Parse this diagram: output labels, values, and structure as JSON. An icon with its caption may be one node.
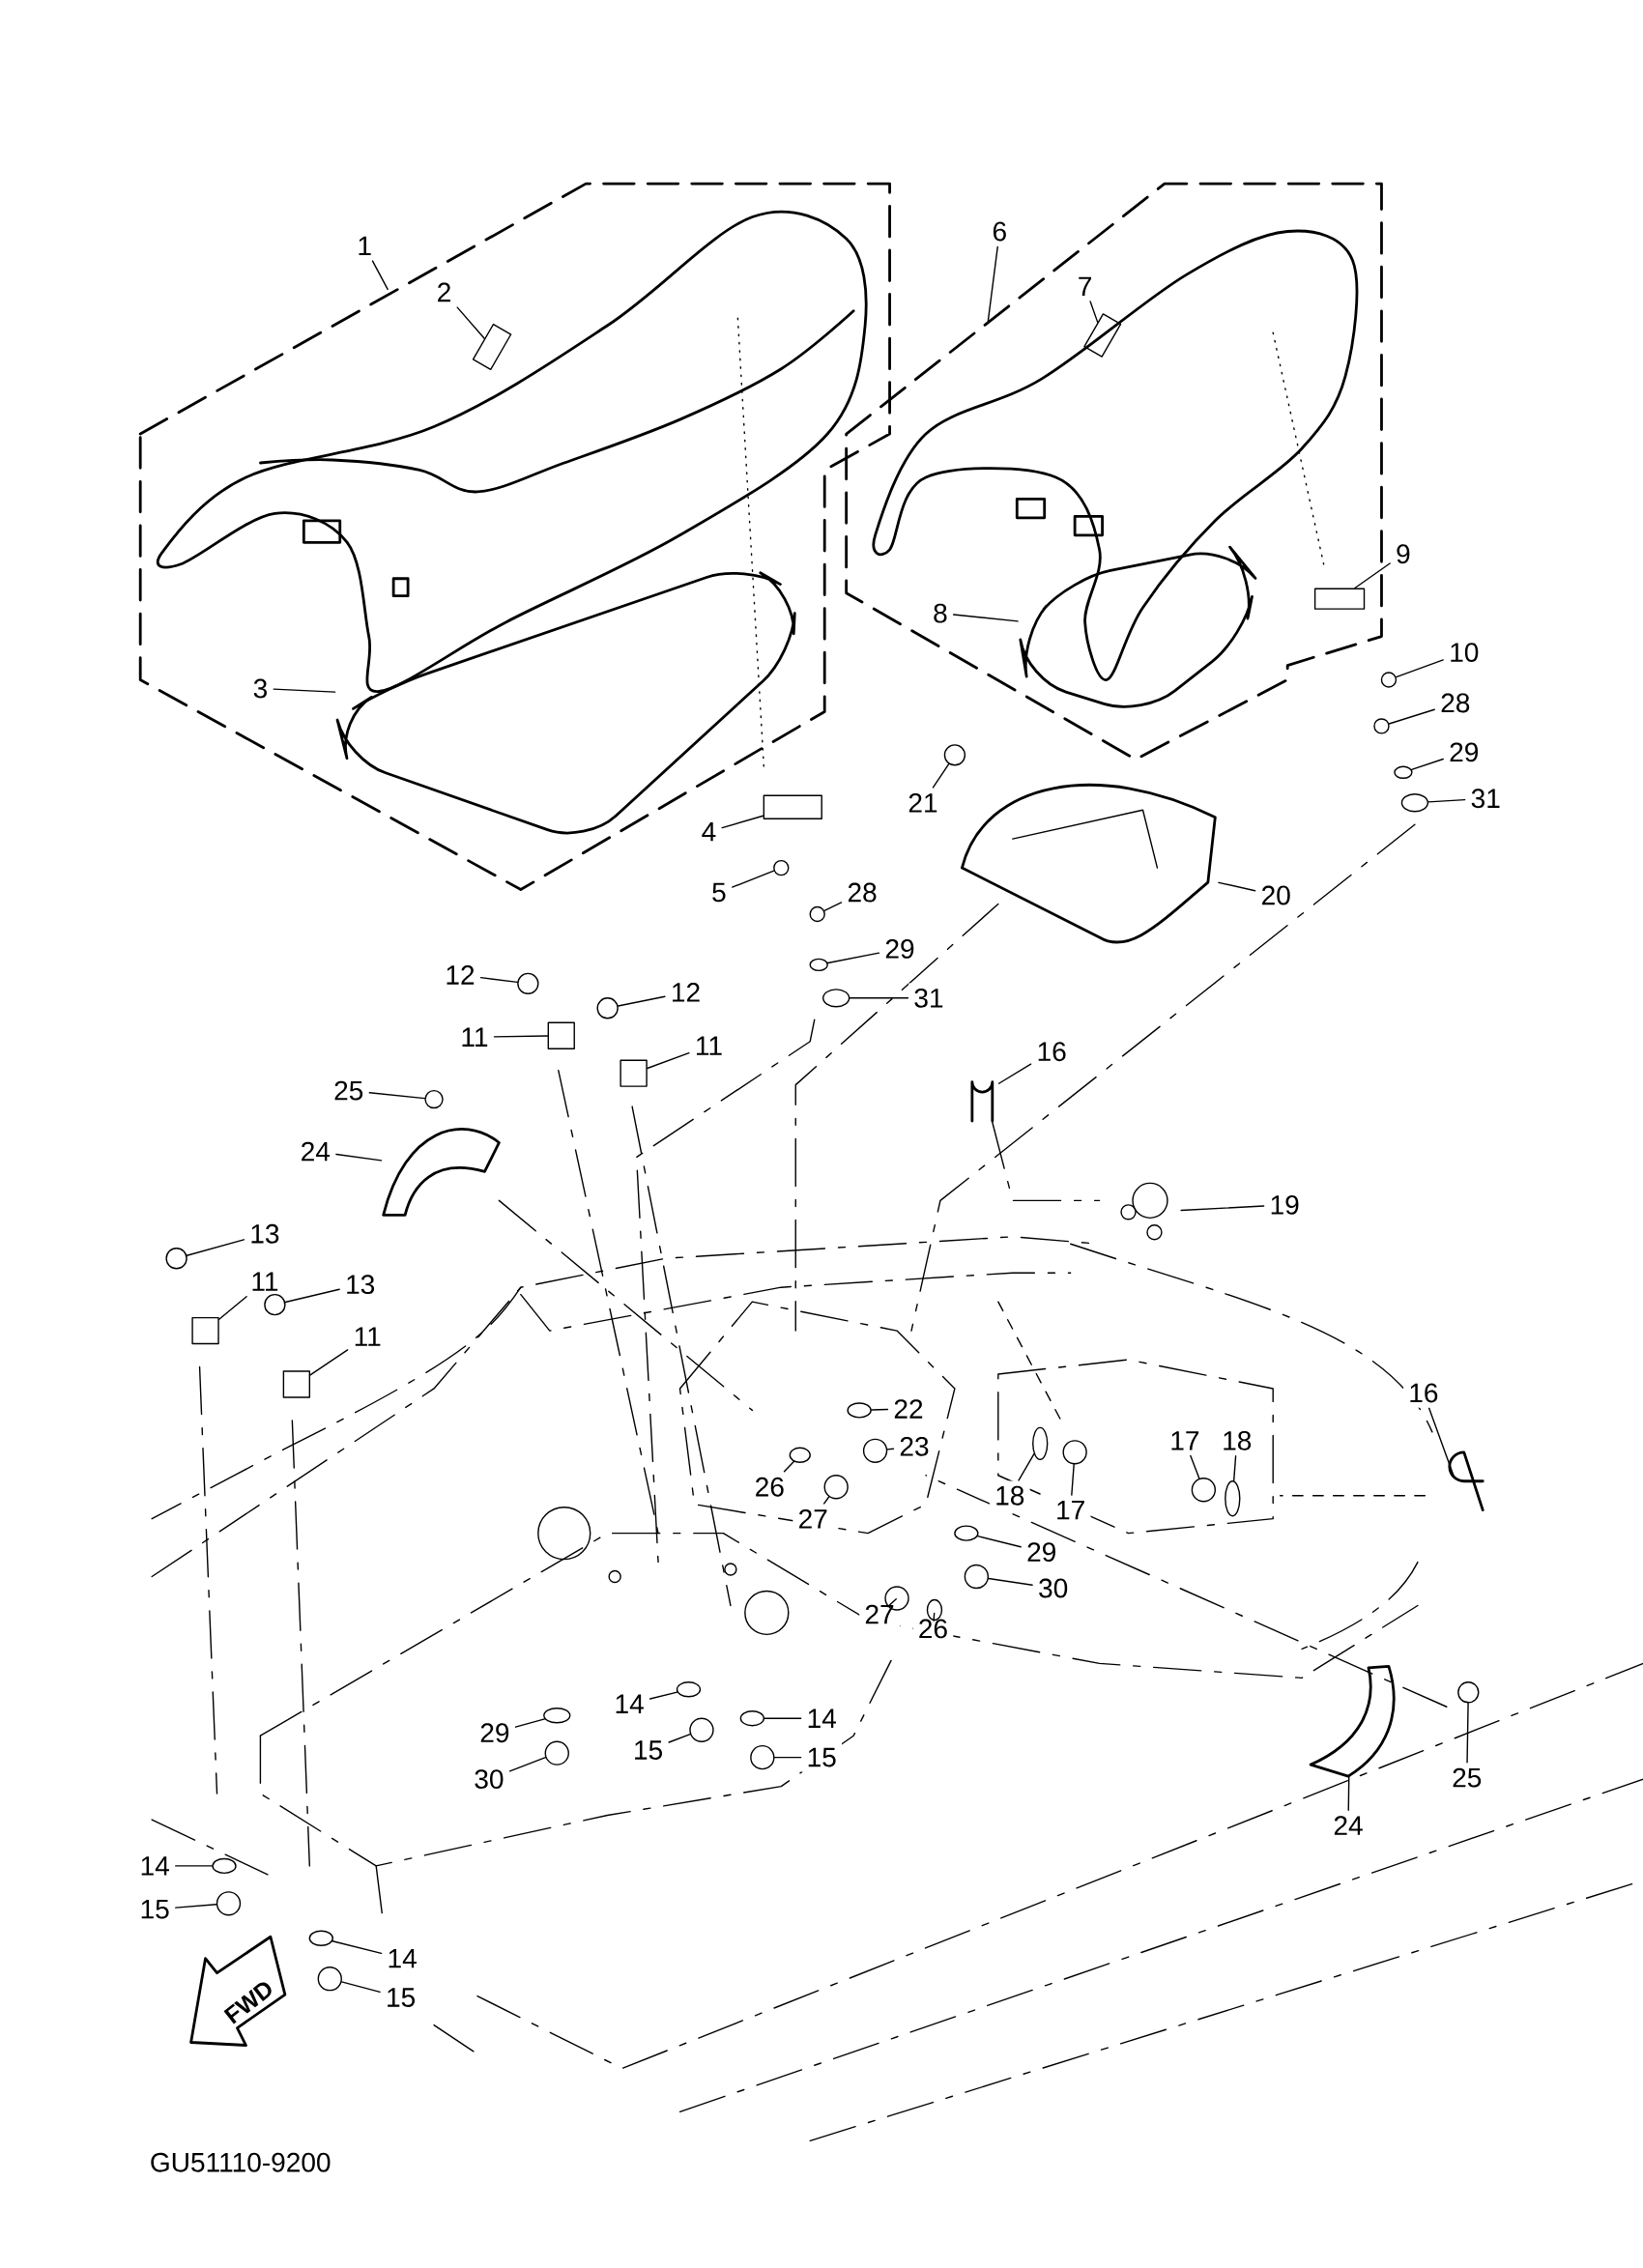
{
  "diagram": {
    "nodes": [
      {
        "text": [
          "1"
        ]
      },
      {
        "text": [
          "6"
        ]
      },
      {
        "text": [
          "2"
        ]
      },
      {
        "text": [
          "7"
        ]
      },
      {
        "text": [
          "9"
        ]
      },
      {
        "text": [
          "8"
        ]
      },
      {
        "text": [
          "10"
        ]
      },
      {
        "text": [
          "3"
        ]
      },
      {
        "text": [
          "28"
        ]
      },
      {
        "text": [
          "29"
        ]
      },
      {
        "text": [
          "31"
        ]
      },
      {
        "text": [
          "21"
        ]
      },
      {
        "text": [
          "4"
        ]
      },
      {
        "text": [
          "5"
        ]
      },
      {
        "text": [
          "28"
        ]
      },
      {
        "text": [
          "20"
        ]
      },
      {
        "text": [
          "29"
        ]
      },
      {
        "text": [
          "12"
        ]
      },
      {
        "text": [
          "12"
        ]
      },
      {
        "text": [
          "31"
        ]
      },
      {
        "text": [
          "11"
        ]
      },
      {
        "text": [
          "11"
        ]
      },
      {
        "text": [
          "16"
        ]
      },
      {
        "text": [
          "25"
        ]
      },
      {
        "text": [
          "24"
        ]
      },
      {
        "text": [
          "19"
        ]
      },
      {
        "text": [
          "13"
        ]
      },
      {
        "text": [
          "11"
        ]
      },
      {
        "text": [
          "13"
        ]
      },
      {
        "text": [
          "11"
        ]
      },
      {
        "text": [
          "16"
        ]
      },
      {
        "text": [
          "22"
        ]
      },
      {
        "text": [
          "17"
        ]
      },
      {
        "text": [
          "18"
        ]
      },
      {
        "text": [
          "23"
        ]
      },
      {
        "text": [
          "26"
        ]
      },
      {
        "text": [
          "18"
        ]
      },
      {
        "text": [
          "17"
        ]
      },
      {
        "text": [
          "27"
        ]
      },
      {
        "text": [
          "29"
        ]
      },
      {
        "text": [
          "30"
        ]
      },
      {
        "text": [
          "27"
        ]
      },
      {
        "text": [
          "26"
        ]
      },
      {
        "text": [
          "14"
        ]
      },
      {
        "text": [
          "29"
        ]
      },
      {
        "text": [
          "14"
        ]
      },
      {
        "text": [
          "15"
        ]
      },
      {
        "text": [
          "15"
        ]
      },
      {
        "text": [
          "30"
        ]
      },
      {
        "text": [
          "25"
        ]
      },
      {
        "text": [
          "24"
        ]
      },
      {
        "text": [
          "14"
        ]
      },
      {
        "text": [
          "15"
        ]
      },
      {
        "text": [
          "14"
        ]
      },
      {
        "text": [
          "15"
        ]
      },
      {
        "text": [],
        "shape": "cylinder"
      },
      {
        "text": [],
        "shape": "cylinder"
      },
      {
        "text": [],
        "shape": "box"
      },
      {
        "text": [],
        "shape": "picture"
      },
      {
        "text": [],
        "shape": "circle"
      },
      {
        "text": [],
        "shape": "picture"
      },
      {
        "text": [],
        "shape": "circle"
      },
      {
        "text": [],
        "shape": "circle"
      },
      {
        "text": [],
        "shape": "circle"
      },
      {
        "text": [],
        "shape": "circle"
      },
      {
        "text": [],
        "shape": "box"
      },
      {
        "text": [],
        "shape": "circle"
      },
      {
        "text": [],
        "shape": "circle"
      },
      {
        "text": [],
        "shape": "picture"
      },
      {
        "text": [],
        "shape": "circle"
      },
      {
        "text": [],
        "shape": "circle"
      },
      {
        "text": [],
        "shape": "circle"
      },
      {
        "text": [],
        "shape": "circle"
      },
      {
        "text": [],
        "shape": "box"
      },
      {
        "text": [],
        "shape": "box"
      },
      {
        "text": [],
        "shape": "picture"
      },
      {
        "text": [],
        "shape": "circle"
      },
      {
        "text": [],
        "shape": "picture"
      },
      {
        "text": [],
        "shape": "picture"
      },
      {
        "text": [],
        "shape": "circle"
      },
      {
        "text": [],
        "shape": "box"
      },
      {
        "text": [],
        "shape": "circle"
      },
      {
        "text": [],
        "shape": "box"
      },
      {
        "text": [],
        "shape": "picture"
      },
      {
        "text": [],
        "shape": "circle"
      },
      {
        "text": [],
        "shape": "circle"
      },
      {
        "text": [],
        "shape": "circle"
      },
      {
        "text": [],
        "shape": "circle"
      },
      {
        "text": [],
        "shape": "circle"
      },
      {
        "text": [],
        "shape": "circle"
      },
      {
        "text": [],
        "shape": "circle"
      },
      {
        "text": [],
        "shape": "circle"
      },
      {
        "text": [],
        "shape": "circle"
      },
      {
        "text": [],
        "shape": "circle"
      },
      {
        "text": [],
        "shape": "circle"
      },
      {
        "text": [],
        "shape": "circle"
      },
      {
        "text": [],
        "shape": "circle"
      },
      {
        "text": [],
        "shape": "circle"
      },
      {
        "text": [],
        "shape": "circle"
      },
      {
        "text": [],
        "shape": "circle"
      },
      {
        "text": [],
        "shape": "circle"
      },
      {
        "text": [],
        "shape": "circle"
      },
      {
        "text": [],
        "shape": "circle"
      },
      {
        "text": [],
        "shape": "picture"
      },
      {
        "text": [],
        "shape": "circle"
      },
      {
        "text": [],
        "shape": "circle"
      },
      {
        "text": [],
        "shape": "circle"
      },
      {
        "text": [],
        "shape": "circle"
      }
    ],
    "edges": [
      {
        "from": 0,
        "to": null,
        "arrow": "none"
      },
      {
        "from": 1,
        "to": null,
        "arrow": "none"
      },
      {
        "from": 2,
        "to": 55,
        "arrow": "none"
      },
      {
        "from": 3,
        "to": 56,
        "arrow": "none"
      },
      {
        "from": 4,
        "to": 57,
        "arrow": "none"
      },
      {
        "from": 5,
        "to": 58,
        "arrow": "none"
      },
      {
        "from": 6,
        "to": 59,
        "arrow": "none"
      },
      {
        "from": 7,
        "to": 60,
        "arrow": "none"
      },
      {
        "from": 8,
        "to": 61,
        "arrow": "none"
      },
      {
        "from": 9,
        "to": 62,
        "arrow": "none"
      },
      {
        "from": 10,
        "to": 63,
        "arrow": "none"
      },
      {
        "from": 11,
        "to": 64,
        "arrow": "none"
      },
      {
        "from": 12,
        "to": 65,
        "arrow": "none"
      },
      {
        "from": 13,
        "to": 66,
        "arrow": "none"
      },
      {
        "from": 14,
        "to": 67,
        "arrow": "none"
      },
      {
        "from": 15,
        "to": 68,
        "arrow": "none"
      },
      {
        "from": 16,
        "to": 69,
        "arrow": "none"
      },
      {
        "from": 17,
        "to": 70,
        "arrow": "none"
      },
      {
        "from": 18,
        "to": 71,
        "arrow": "none"
      },
      {
        "from": 19,
        "to": 72,
        "arrow": "none"
      },
      {
        "from": 20,
        "to": 73,
        "arrow": "none"
      },
      {
        "from": 21,
        "to": 74,
        "arrow": "none"
      },
      {
        "from": 22,
        "to": 75,
        "arrow": "none"
      },
      {
        "from": 23,
        "to": 76,
        "arrow": "none"
      },
      {
        "from": 24,
        "to": 77,
        "arrow": "none"
      },
      {
        "from": 25,
        "to": 78,
        "arrow": "none"
      },
      {
        "from": 26,
        "to": 79,
        "arrow": "none"
      },
      {
        "from": 27,
        "to": 80,
        "arrow": "none"
      },
      {
        "from": 28,
        "to": 81,
        "arrow": "none"
      },
      {
        "from": 29,
        "to": 82,
        "arrow": "none"
      },
      {
        "from": 30,
        "to": 83,
        "arrow": "none"
      },
      {
        "from": 31,
        "to": 84,
        "arrow": "none"
      },
      {
        "from": 32,
        "to": 85,
        "arrow": "none"
      },
      {
        "from": 33,
        "to": 86,
        "arrow": "none"
      },
      {
        "from": 34,
        "to": 87,
        "arrow": "none"
      },
      {
        "from": 35,
        "to": 88,
        "arrow": "none"
      },
      {
        "from": 36,
        "to": 89,
        "arrow": "none"
      },
      {
        "from": 37,
        "to": 90,
        "arrow": "none"
      },
      {
        "from": 38,
        "to": 91,
        "arrow": "none"
      },
      {
        "from": 39,
        "to": 92,
        "arrow": "none"
      },
      {
        "from": 40,
        "to": 93,
        "arrow": "none"
      },
      {
        "from": 41,
        "to": 94,
        "arrow": "none"
      },
      {
        "from": 42,
        "to": 95,
        "arrow": "none"
      },
      {
        "from": 43,
        "to": 96,
        "arrow": "none"
      },
      {
        "from": 44,
        "to": 97,
        "arrow": "none"
      },
      {
        "from": 45,
        "to": 98,
        "arrow": "none"
      },
      {
        "from": 46,
        "to": 99,
        "arrow": "none"
      },
      {
        "from": 47,
        "to": 100,
        "arrow": "none"
      },
      {
        "from": 48,
        "to": 101,
        "arrow": "none"
      },
      {
        "from": 49,
        "to": 102,
        "arrow": "none"
      },
      {
        "from": 50,
        "to": 103,
        "arrow": "none"
      },
      {
        "from": 51,
        "to": 104,
        "arrow": "none"
      },
      {
        "from": 52,
        "to": 105,
        "arrow": "none"
      },
      {
        "from": 53,
        "to": 106,
        "arrow": "none"
      },
      {
        "from": 54,
        "to": 107,
        "arrow": "none"
      }
    ],
    "labels": [
      "FWD",
      "GU51110-9200"
    ]
  }
}
